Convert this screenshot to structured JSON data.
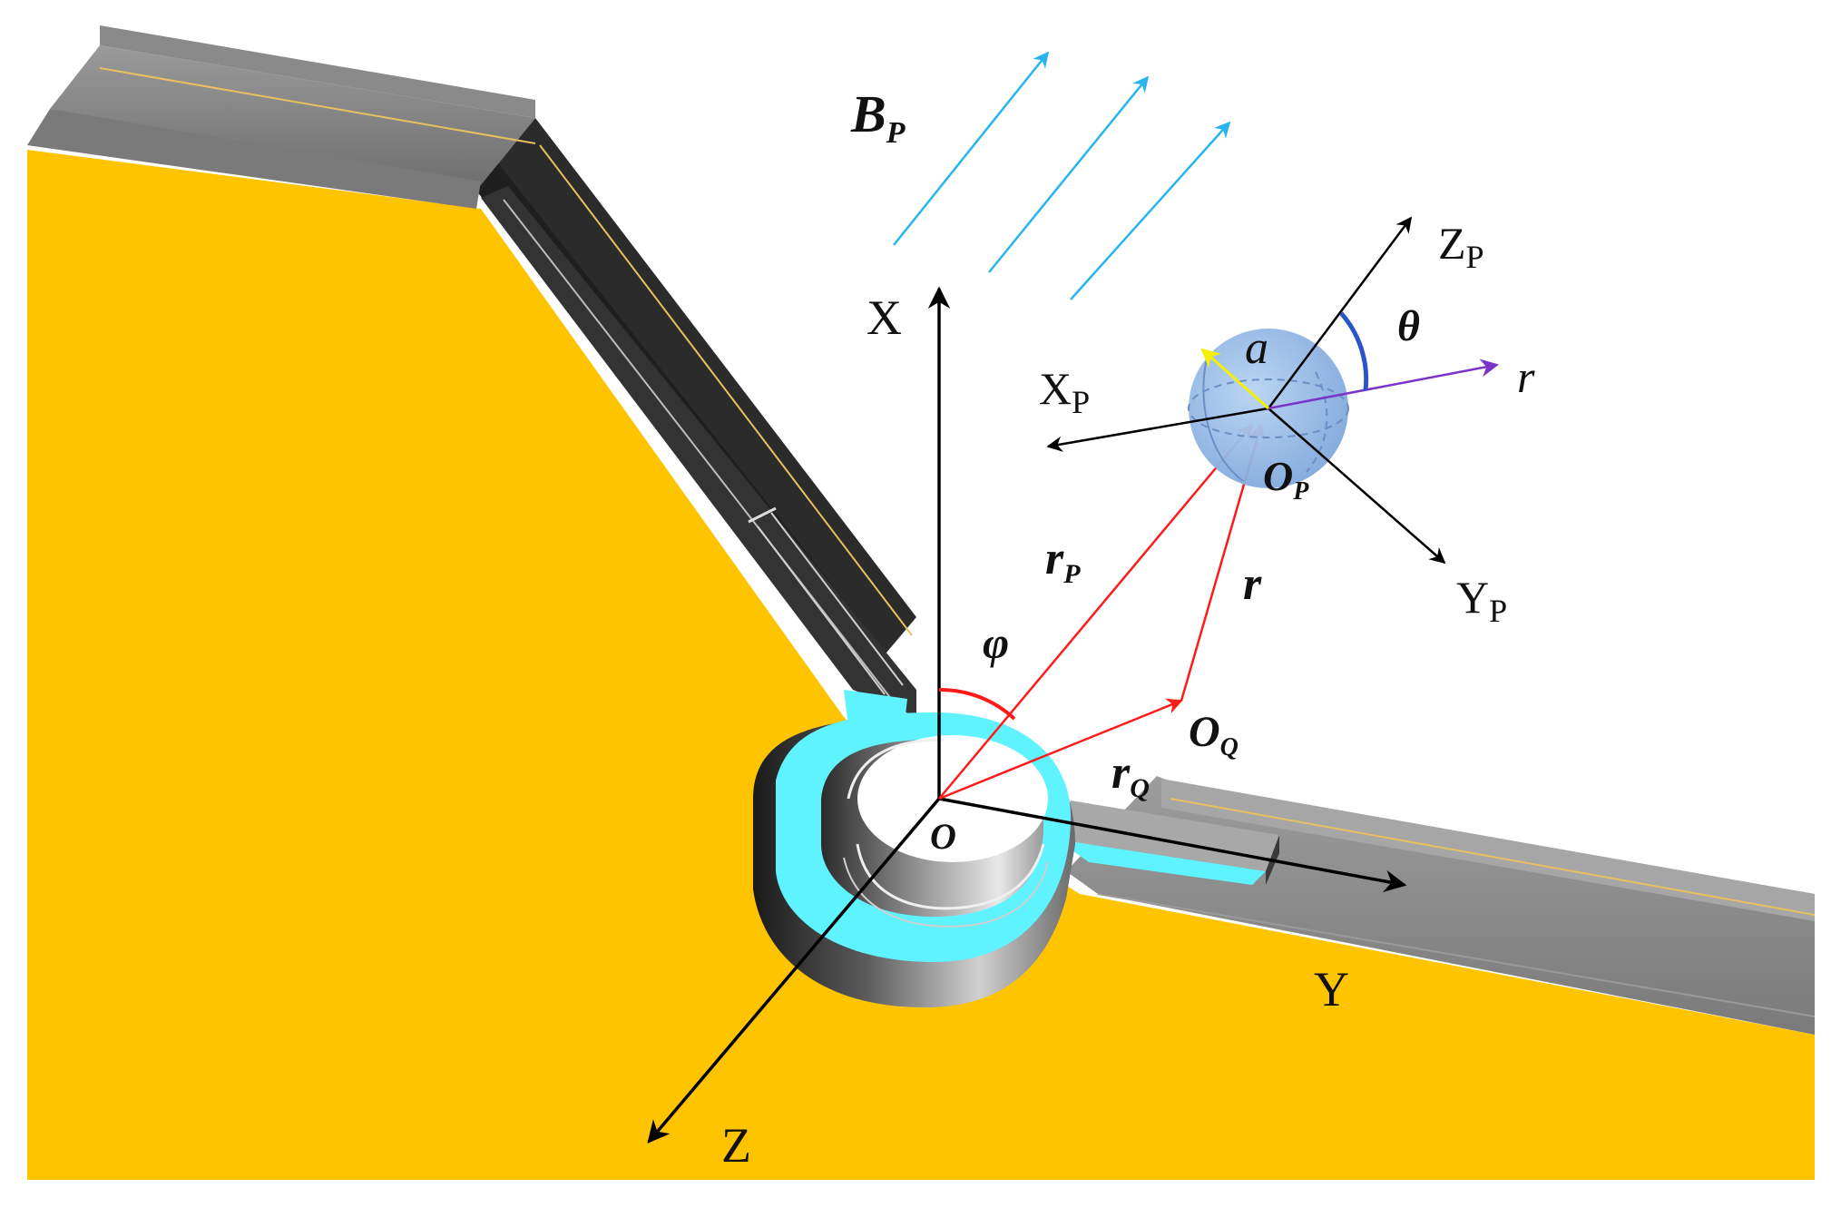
{
  "labels": {
    "field_B": "B",
    "field_B_sub": "P",
    "axis_x": "X",
    "axis_y": "Y",
    "axis_z": "Z",
    "origin": "O",
    "axis_xp": "X",
    "axis_xp_sub": "P",
    "axis_yp": "Y",
    "axis_yp_sub": "P",
    "axis_zp": "Z",
    "axis_zp_sub": "P",
    "radius_a": "a",
    "theta": "θ",
    "r_axis": "r",
    "particle_center": "O",
    "particle_center_sub": "P",
    "vector_rp": "r",
    "vector_rp_sub": "P",
    "vector_r": "r",
    "vector_rq": "r",
    "vector_rq_sub": "Q",
    "point_oq": "O",
    "point_oq_sub": "Q",
    "phi": "φ"
  },
  "colors": {
    "background": "#ffffff",
    "plate_yellow": "#ffc400",
    "bar_gray": "#8a8a8a",
    "bar_dark": "#2e2e2e",
    "cyan_ring": "#5ff2ff",
    "field_arrow": "#29b4f0",
    "position_vectors": "#ff1a1a",
    "particle_sphere": "#8fb6e6",
    "r_axis": "#7a35c8",
    "radius_arrow": "#f5f000",
    "theta_arc": "#2a55c8"
  }
}
